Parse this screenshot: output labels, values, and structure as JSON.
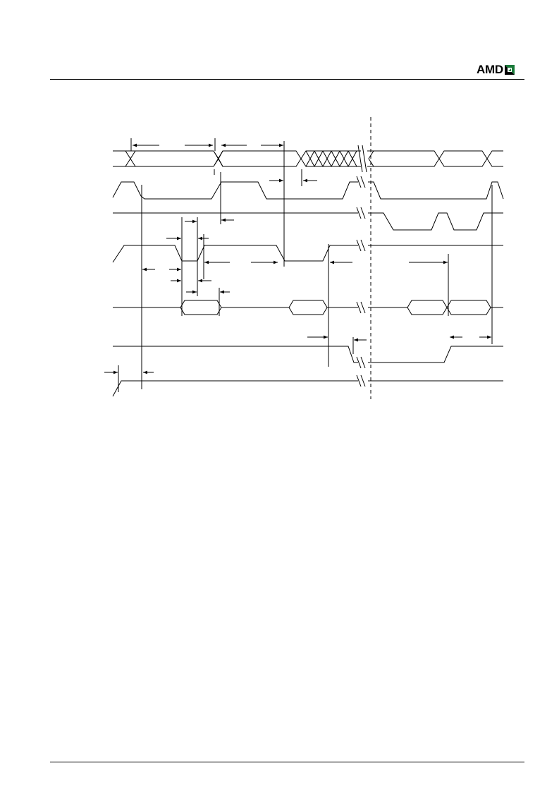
{
  "header": {
    "logo": {
      "text": "AMD",
      "icon": "amd-arrow-logo-icon"
    }
  },
  "diagram": {
    "title": "",
    "signals": [
      {
        "id": "bus-row",
        "kind": "data-bus"
      },
      {
        "id": "pulse-row-1",
        "kind": "pulse"
      },
      {
        "id": "pulse-row-2",
        "kind": "pulse"
      },
      {
        "id": "pulse-row-3",
        "kind": "pulse"
      },
      {
        "id": "data-row",
        "kind": "data-bus"
      },
      {
        "id": "level-row",
        "kind": "level"
      },
      {
        "id": "power-row",
        "kind": "ramp"
      }
    ],
    "divider": {
      "style": "dashed"
    },
    "colors": {
      "ink": "#000000",
      "background": "#ffffff"
    }
  }
}
